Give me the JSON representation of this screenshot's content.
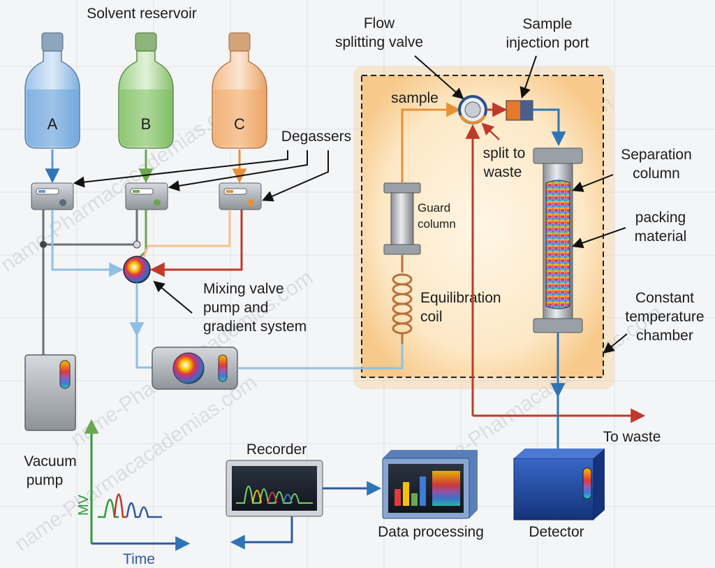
{
  "labels": {
    "solvent_reservoir": "Solvent reservoir",
    "bottle_a": "A",
    "bottle_b": "B",
    "bottle_c": "C",
    "degassers": "Degassers",
    "mixing_valve": [
      "Mixing valve",
      "pump and",
      "gradient system"
    ],
    "vacuum_pump": [
      "Vacuum",
      "pump"
    ],
    "flow_splitting_valve": [
      "Flow",
      "splitting valve"
    ],
    "sample_injection_port": [
      "Sample",
      "injection port"
    ],
    "sample": "sample",
    "split_to_waste": [
      "split to",
      "waste"
    ],
    "guard_column": [
      "Guard",
      "column"
    ],
    "equilibration_coil": [
      "Equilibration",
      "coil"
    ],
    "separation_column": [
      "Separation",
      "column"
    ],
    "packing_material": [
      "packing",
      "material"
    ],
    "constant_temperature_chamber": [
      "Constant",
      "temperature",
      "chamber"
    ],
    "to_waste": "To waste",
    "recorder": "Recorder",
    "data_processing": "Data processing",
    "detector": "Detector",
    "axis_y": "MV",
    "axis_x": "Time"
  },
  "watermark": "name-Pharmacacademias.com",
  "colors": {
    "solvent_a": "#5b9bd5",
    "solvent_b": "#6aa84f",
    "solvent_c": "#e69138",
    "line_blue": "#2e75b6",
    "line_red": "#c0392b",
    "line_orange": "#e69138",
    "chamber_glow": "#fbe3b8",
    "detector_blue": "#1f4e9c"
  }
}
